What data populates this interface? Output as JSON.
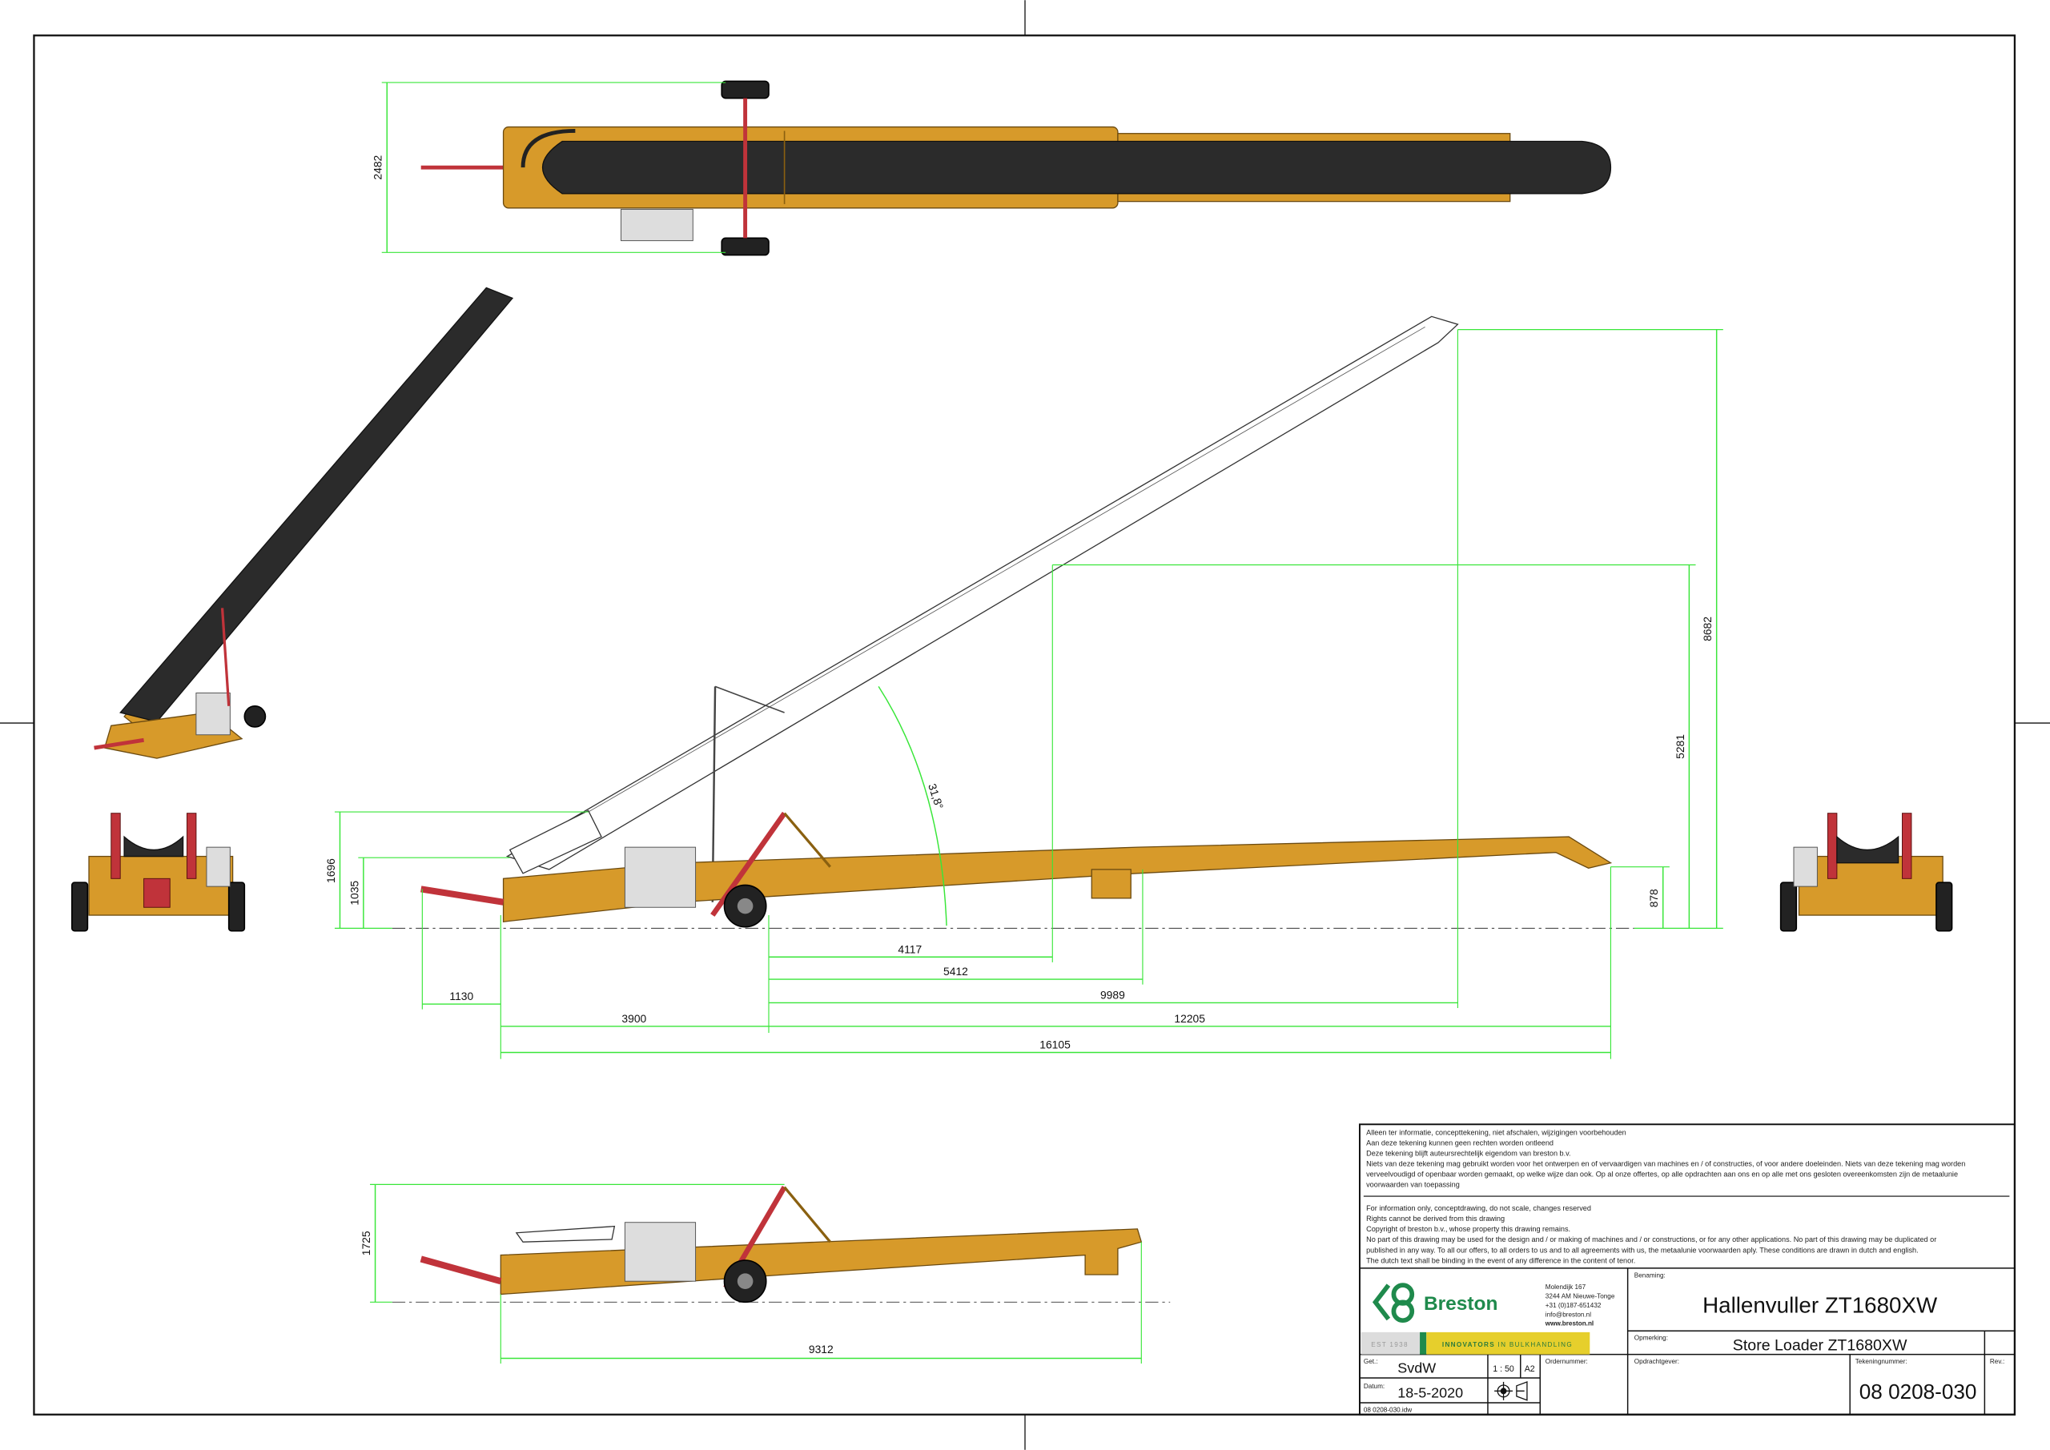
{
  "dimensions": {
    "top_width": "2482",
    "side_height_1696": "1696",
    "side_height_1035": "1035",
    "angle": "31,8°",
    "dim_4117": "4117",
    "dim_5412": "5412",
    "dim_1130": "1130",
    "dim_9989": "9989",
    "dim_3900": "3900",
    "dim_12205": "12205",
    "dim_16105": "16105",
    "dim_8682": "8682",
    "dim_5281": "5281",
    "dim_878": "878",
    "transport_height": "1725",
    "transport_length": "9312"
  },
  "notes": {
    "nl": [
      "Alleen ter informatie, concepttekening, niet afschalen, wijzigingen voorbehouden",
      "Aan deze tekening kunnen geen rechten worden ontleend",
      "Deze tekening blijft auteursrechtelijk eigendom van breston b.v.",
      "Niets van deze tekening mag gebruikt worden voor het ontwerpen en of vervaardigen van machines en / of constructies, of voor andere doeleinden. Niets van deze tekening mag worden",
      "verveelvoudigd of openbaar worden gemaakt, op welke wijze dan ook. Op al onze offertes, op alle opdrachten aan ons en op alle met ons gesloten overeenkomsten zijn de metaalunie",
      "voorwaarden van toepassing"
    ],
    "en": [
      "For information only, conceptdrawing, do not scale, changes reserved",
      "Rights cannot be derived from this drawing",
      "Copyright of breston b.v., whose property this drawing remains.",
      "No part of this drawing may be used for the design and / or making of machines and / or constructions, or for any other applications. No part of this drawing may be duplicated or",
      "published in any way. To all our offers, to all orders to us and to all agreements with us, the metaalunie voorwaarden aply. These conditions are drawn in dutch and english.",
      "The dutch text shall be binding in the event of any difference in the content of tenor."
    ]
  },
  "company": {
    "name": "Breston",
    "address": [
      "Molendijk 167",
      "3244 AM Nieuwe-Tonge",
      "+31 (0)187-651432",
      "info@breston.nl",
      "www.breston.nl"
    ],
    "est": "EST 1938",
    "tagline_bold": "INNOVATORS",
    "tagline_rest": " IN BULKHANDLING",
    "colors": {
      "green": "#1f8a4c",
      "yellow": "#e6cf2c"
    }
  },
  "titleblock": {
    "benaming_label": "Benaming:",
    "benaming": "Hallenvuller ZT1680XW",
    "opmerking_label": "Opmerking:",
    "opmerking": "Store Loader ZT1680XW",
    "get_label": "Get.:",
    "get": "SvdW",
    "scale": "1 : 50",
    "format": "A2",
    "datum_label": "Datum:",
    "datum": "18-5-2020",
    "ordernummer_label": "Ordernummer:",
    "opdrachtgever_label": "Opdrachtgever:",
    "tekeningnummer_label": "Tekeningnummer:",
    "tekeningnummer": "08 0208-030",
    "rev_label": "Rev.:",
    "filename": "08 0208-030.idw"
  }
}
